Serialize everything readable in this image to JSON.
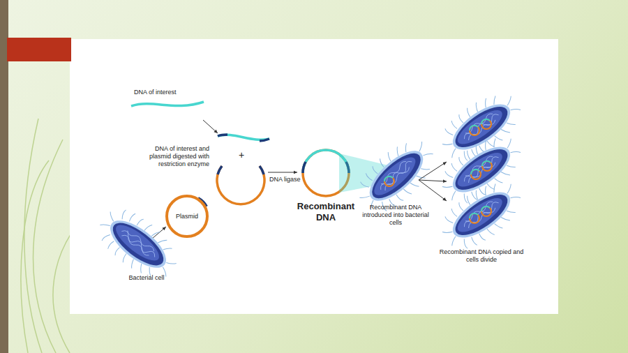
{
  "diagram": {
    "nodes": [
      {
        "text": [
          "Plasmid"
        ]
      }
    ],
    "labels": [
      "DNA of interest",
      "DNA of interest and plasmid digested with restriction enzyme",
      "+",
      "DNA ligase",
      "Recombinant DNA",
      "Recombinant DNA introduced into bacterial cells",
      "Recombinant DNA copied and cells divide",
      "Bacterial cell"
    ]
  }
}
